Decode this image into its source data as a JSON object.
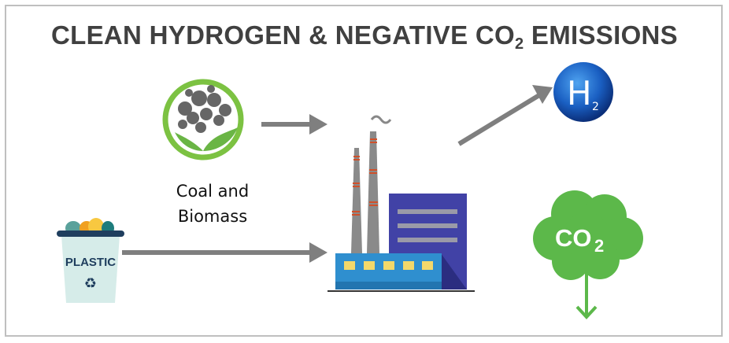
{
  "title": {
    "main": "CLEAN HYDROGEN & NEGATIVE CO",
    "sub": "2",
    "rest": " EMISSIONS"
  },
  "feedstock_1": {
    "label_line1": "Coal and",
    "label_line2": "Biomass"
  },
  "feedstock_2": {
    "bin_label": "PLASTIC"
  },
  "hydrogen": {
    "symbol": "H",
    "subscript": "2"
  },
  "co2": {
    "symbol": "CO",
    "subscript": "2"
  },
  "colors": {
    "arrow": "#7f7f7f",
    "green": "#6ab545",
    "factory_blue": "#2f8fcf",
    "building": "#4142a6",
    "h2_blue": "#1a5fc2"
  }
}
